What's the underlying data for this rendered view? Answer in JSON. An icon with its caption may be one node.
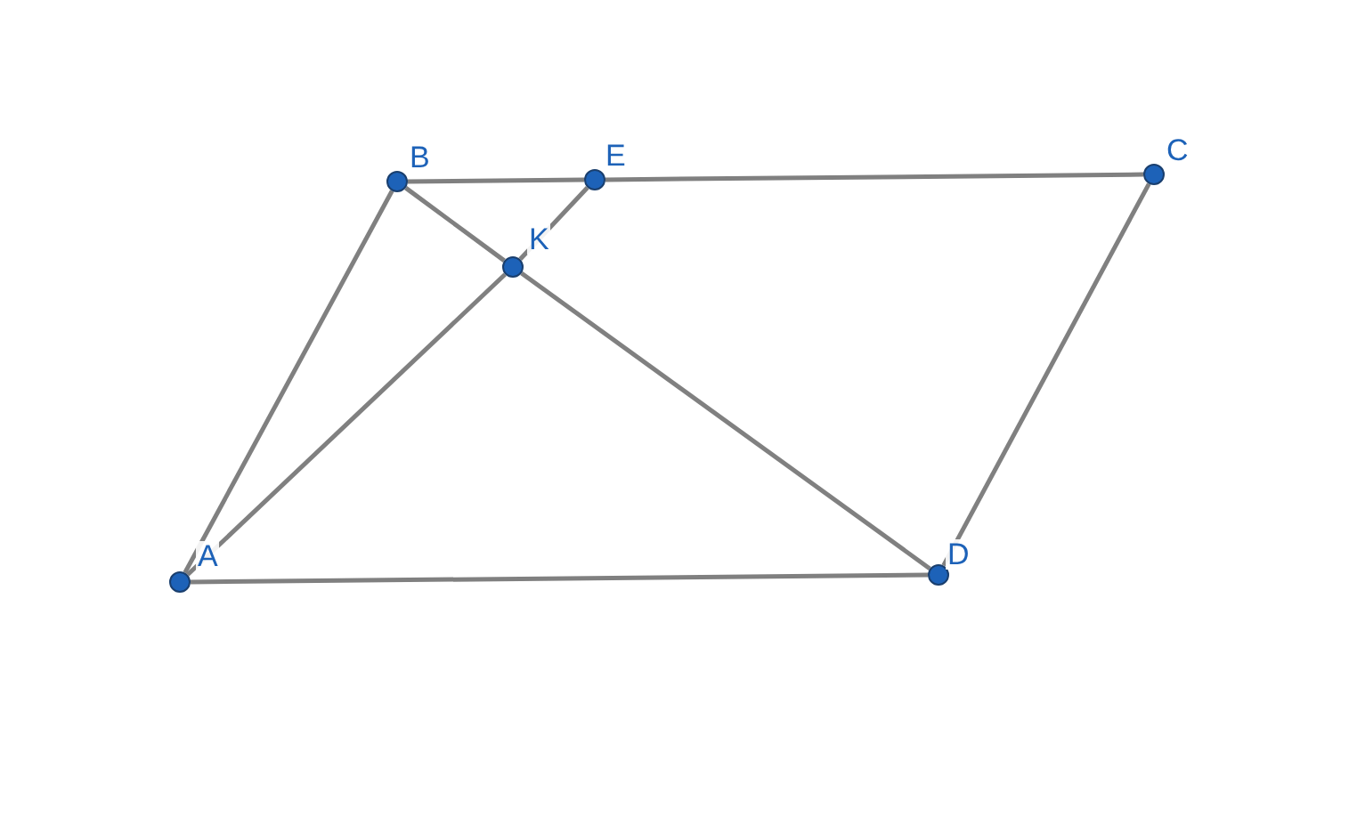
{
  "diagram": {
    "nodes": [
      {
        "text": [
          "B"
        ]
      },
      {
        "text": [
          "E"
        ]
      },
      {
        "text": [
          "C"
        ]
      },
      {
        "text": [
          "K"
        ]
      },
      {
        "text": [
          "A"
        ]
      },
      {
        "text": [
          "D"
        ]
      }
    ],
    "edges": [
      {
        "from": 4,
        "to": 0,
        "arrow": "none"
      },
      {
        "from": 0,
        "to": 1,
        "arrow": "none"
      },
      {
        "from": 1,
        "to": 2,
        "arrow": "none"
      },
      {
        "from": 2,
        "to": 5,
        "arrow": "none"
      },
      {
        "from": 5,
        "to": 4,
        "arrow": "none"
      },
      {
        "from": 0,
        "to": 3,
        "arrow": "none"
      },
      {
        "from": 3,
        "to": 5,
        "arrow": "none"
      },
      {
        "from": 4,
        "to": 3,
        "arrow": "none"
      },
      {
        "from": 3,
        "to": 1,
        "arrow": "none"
      }
    ]
  }
}
